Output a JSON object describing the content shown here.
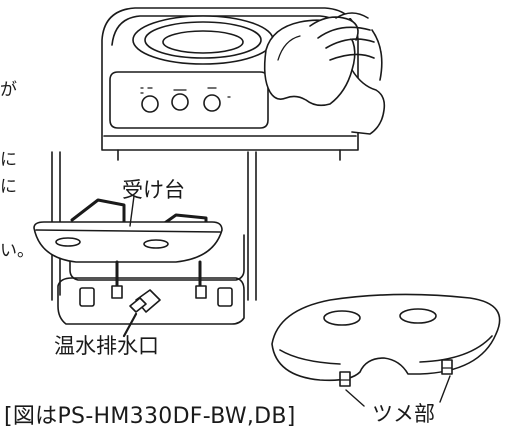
{
  "left_text_fragments": [
    "が",
    "に",
    "に",
    "い。"
  ],
  "labels": {
    "tray": "受け台",
    "hot_water_outlet": "温水排水口",
    "claw": "ツメ部"
  },
  "caption": "[図はPS-HM330DF-BW,DB]"
}
